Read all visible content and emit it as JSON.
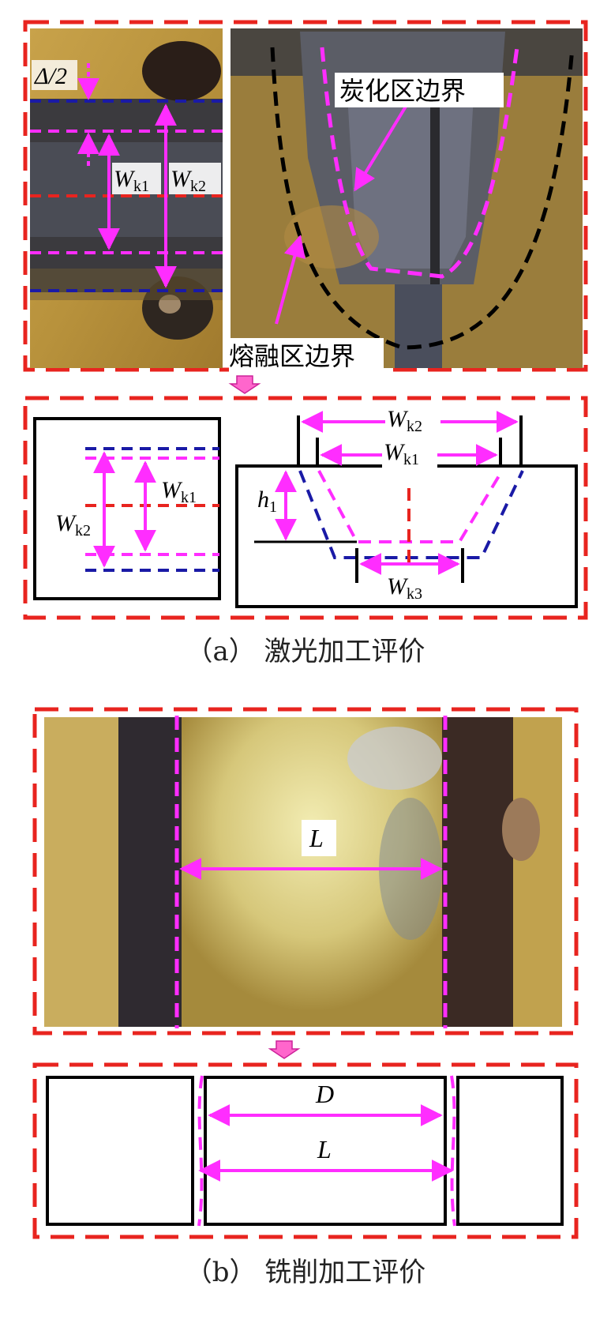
{
  "panel_a": {
    "photo_left": {
      "delta_label": "Δ/2",
      "wk1": {
        "main": "W",
        "sub": "k1"
      },
      "wk2": {
        "main": "W",
        "sub": "k2"
      }
    },
    "photo_right": {
      "carbonized_boundary": "炭化区边界",
      "melt_boundary": "熔融区边界"
    },
    "schematic": {
      "wk1": {
        "main": "W",
        "sub": "k1"
      },
      "wk2": {
        "main": "W",
        "sub": "k2"
      },
      "wk3": {
        "main": "W",
        "sub": "k3"
      },
      "h1": {
        "main": "h",
        "sub": "1"
      }
    },
    "caption": "（a）  激光加工评价"
  },
  "panel_b": {
    "photo": {
      "L": "L"
    },
    "schematic": {
      "D": "D",
      "L": "L"
    },
    "caption": "（b）  铣削加工评价"
  },
  "colors": {
    "frame": "#e8241f",
    "magenta": "#ff2dff",
    "blue": "#1a1aa6",
    "black": "#000000"
  }
}
